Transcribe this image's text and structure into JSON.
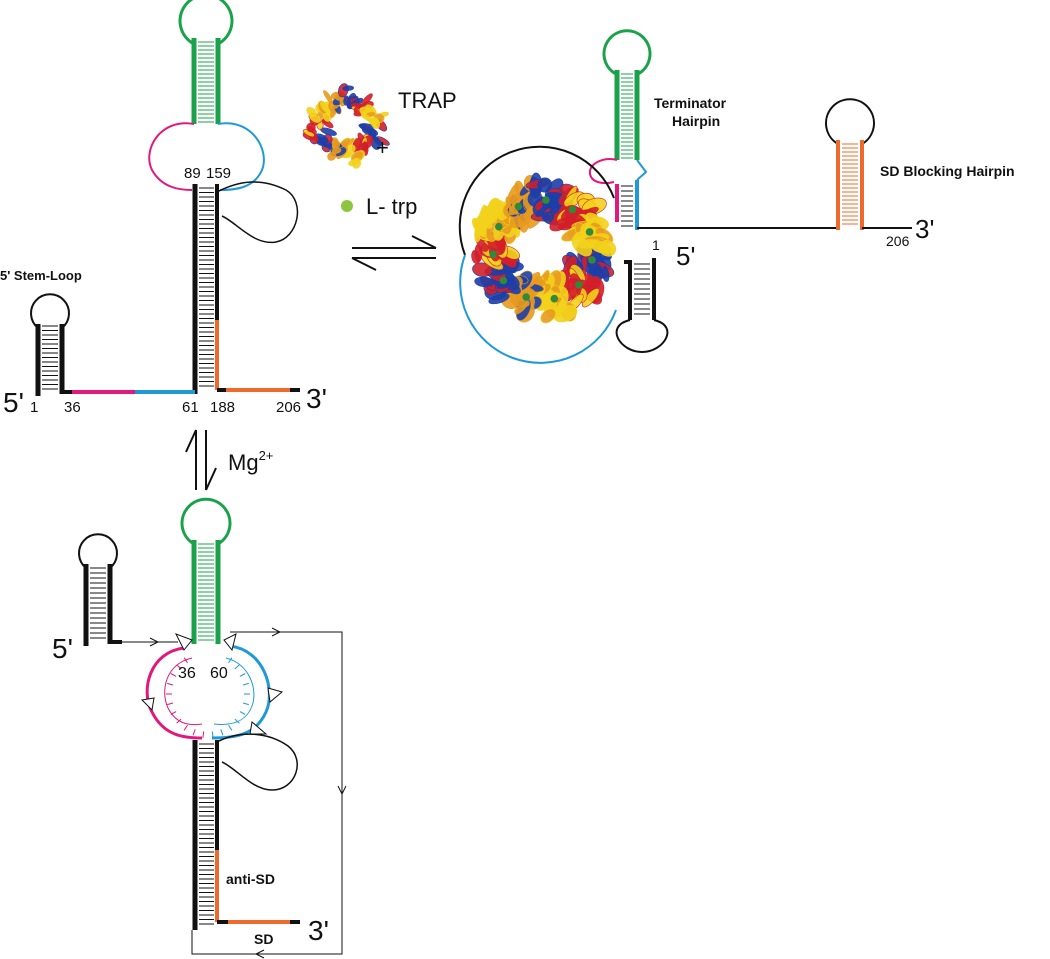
{
  "colors": {
    "black": "#111111",
    "green": "#1aa24a",
    "magenta": "#e2197c",
    "blue": "#1f9ad6",
    "orange": "#ee6a2b",
    "trp_dot": "#8cc63f",
    "protein": [
      "#1c3ea8",
      "#d11f2a",
      "#f2d21b",
      "#e89a1e",
      "#2f8a3a"
    ]
  },
  "left_structure": {
    "five_prime": "5'",
    "three_prime": "3'",
    "stem_loop_label": "5' Stem-Loop",
    "positions": {
      "p1": "1",
      "p36": "36",
      "p61": "61",
      "p188": "188",
      "p206": "206",
      "p89": "89",
      "p159": "159"
    }
  },
  "binding": {
    "trap_label": "TRAP",
    "plus": "+",
    "ltrp_label": "L- trp"
  },
  "right_structure": {
    "terminator_label_line1": "Terminator",
    "terminator_label_line2": "Hairpin",
    "sd_blocking_label": "SD Blocking Hairpin",
    "five_prime": "5'",
    "three_prime": "3'",
    "p1": "1",
    "p206": "206"
  },
  "magnesium": {
    "label": "Mg",
    "superscript": "2+"
  },
  "bottom_structure": {
    "five_prime": "5'",
    "three_prime": "3'",
    "p36": "36",
    "p60": "60",
    "anti_sd_label": "anti-SD",
    "sd_label": "SD"
  }
}
